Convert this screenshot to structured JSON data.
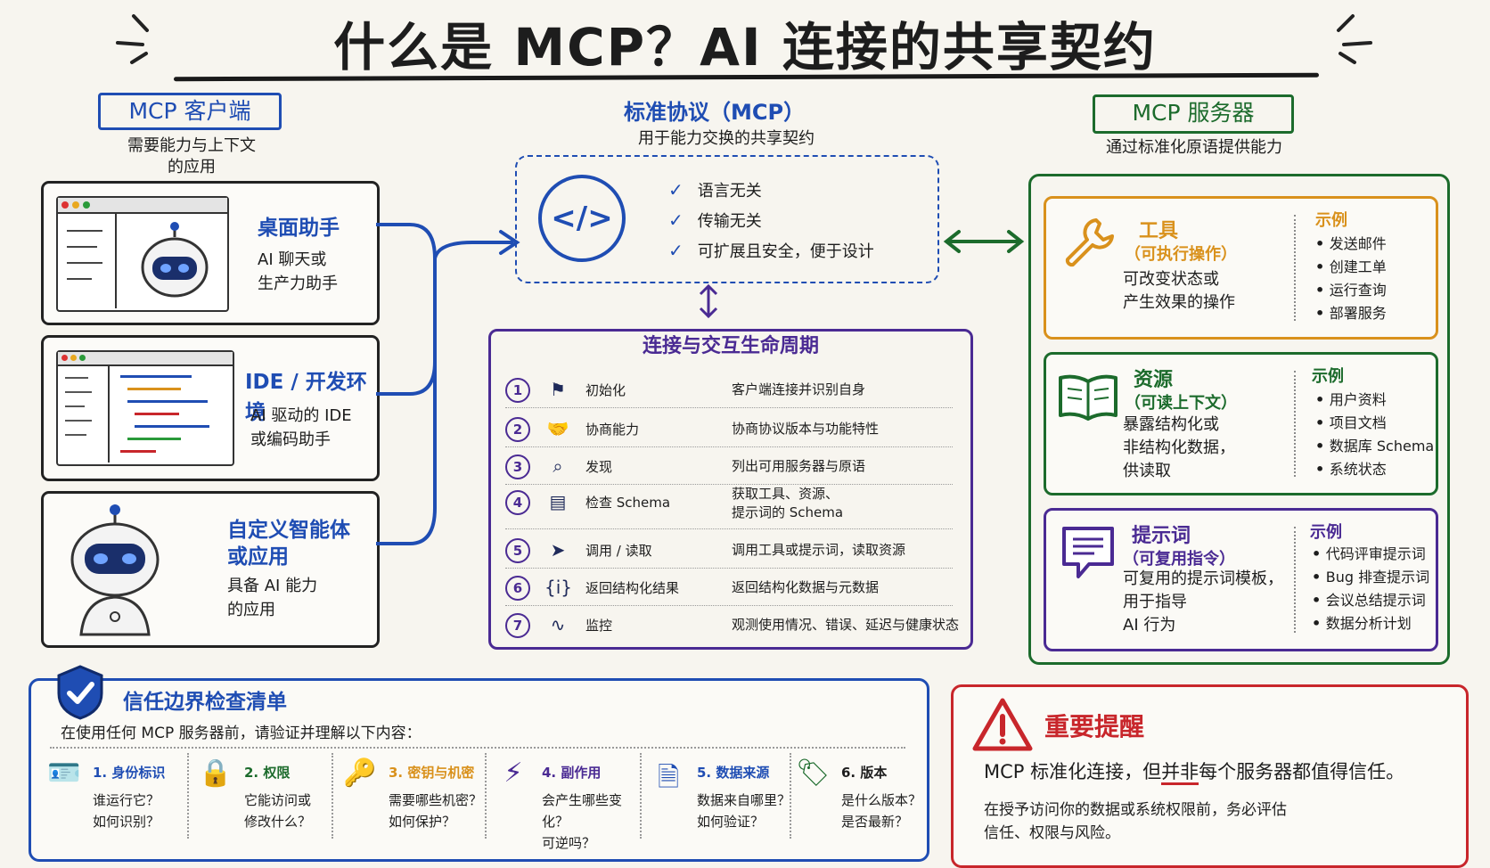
{
  "title": "什么是 MCP？AI 连接的共享契约",
  "client": {
    "header": "MCP 客户端",
    "subtitle_line1": "需要能力与上下文",
    "subtitle_line2": "的应用",
    "cards": [
      {
        "title": "桌面助手",
        "desc1": "AI 聊天或",
        "desc2": "生产力助手"
      },
      {
        "title": "IDE / 开发环境",
        "desc1": "AI 驱动的 IDE",
        "desc2": "或编码助手"
      },
      {
        "title_line1": "自定义智能体",
        "title_line2": "或应用",
        "desc1": "具备 AI 能力",
        "desc2": "的应用"
      }
    ]
  },
  "protocol": {
    "header": "标准协议（MCP）",
    "subtitle": "用于能力交换的共享契约",
    "icon_text": "</>",
    "features": [
      "语言无关",
      "传输无关",
      "可扩展且安全，便于设计"
    ]
  },
  "lifecycle": {
    "title": "连接与交互生命周期",
    "steps": [
      {
        "num": "1",
        "icon": "flag-icon",
        "glyph": "⚑",
        "name": "初始化",
        "desc": "客户端连接并识别自身"
      },
      {
        "num": "2",
        "icon": "handshake-icon",
        "glyph": "🤝",
        "name": "协商能力",
        "desc": "协商协议版本与功能特性"
      },
      {
        "num": "3",
        "icon": "search-icon",
        "glyph": "⌕",
        "name": "发现",
        "desc": "列出可用服务器与原语"
      },
      {
        "num": "4",
        "icon": "document-icon",
        "glyph": "▤",
        "name": "检查 Schema",
        "desc1": "获取工具、资源、",
        "desc2": "提示词的 Schema"
      },
      {
        "num": "5",
        "icon": "send-icon",
        "glyph": "➤",
        "name": "调用 / 读取",
        "desc": "调用工具或提示词，读取资源"
      },
      {
        "num": "6",
        "icon": "braces-icon",
        "glyph": "{i}",
        "name": "返回结构化结果",
        "desc": "返回结构化数据与元数据"
      },
      {
        "num": "7",
        "icon": "pulse-icon",
        "glyph": "∿",
        "name": "监控",
        "desc": "观测使用情况、错误、延迟与健康状态"
      }
    ]
  },
  "server": {
    "header": "MCP 服务器",
    "subtitle": "通过标准化原语提供能力",
    "example_label": "示例",
    "primitives": [
      {
        "title": "工具",
        "sub": "（可执行操作）",
        "desc1": "可改变状态或",
        "desc2": "产生效果的操作",
        "examples": [
          "发送邮件",
          "创建工单",
          "运行查询",
          "部署服务"
        ]
      },
      {
        "title": "资源",
        "sub": "（可读上下文）",
        "desc1": "暴露结构化或",
        "desc2": "非结构化数据，",
        "desc3": "供读取",
        "examples": [
          "用户资料",
          "项目文档",
          "数据库 Schema",
          "系统状态"
        ]
      },
      {
        "title": "提示词",
        "sub": "（可复用指令）",
        "desc1": "可复用的提示词模板，",
        "desc2": "用于指导",
        "desc3": "AI 行为",
        "examples": [
          "代码评审提示词",
          "Bug 排查提示词",
          "会议总结提示词",
          "数据分析计划"
        ]
      }
    ]
  },
  "trust": {
    "title": "信任边界检查清单",
    "intro": "在使用任何 MCP 服务器前，请验证并理解以下内容：",
    "items": [
      {
        "name": "1. 身份标识",
        "q1": "谁运行它？",
        "q2": "如何识别？"
      },
      {
        "name": "2. 权限",
        "q1": "它能访问或",
        "q2": "修改什么？"
      },
      {
        "name": "3. 密钥与机密",
        "q1": "需要哪些机密？",
        "q2": "如何保护？"
      },
      {
        "name": "4. 副作用",
        "q1": "会产生哪些变化？",
        "q2": "可逆吗？"
      },
      {
        "name": "5. 数据来源",
        "q1": "数据来自哪里？",
        "q2": "如何验证？"
      },
      {
        "name": "6. 版本",
        "q1": "是什么版本？",
        "q2": "是否最新？"
      }
    ]
  },
  "reminder": {
    "title": "重要提醒",
    "line_a": "MCP 标准化连接，但",
    "line_emph": "并非",
    "line_b": "每个服务器都值得信任。",
    "detail1": "在授予访问你的数据或系统权限前，务必评估",
    "detail2": "信任、权限与风险。"
  },
  "colors": {
    "blue": "#1f4db3",
    "green": "#1c6b2c",
    "purple": "#4a2a93",
    "orange": "#d9911c",
    "red": "#c8262b"
  }
}
